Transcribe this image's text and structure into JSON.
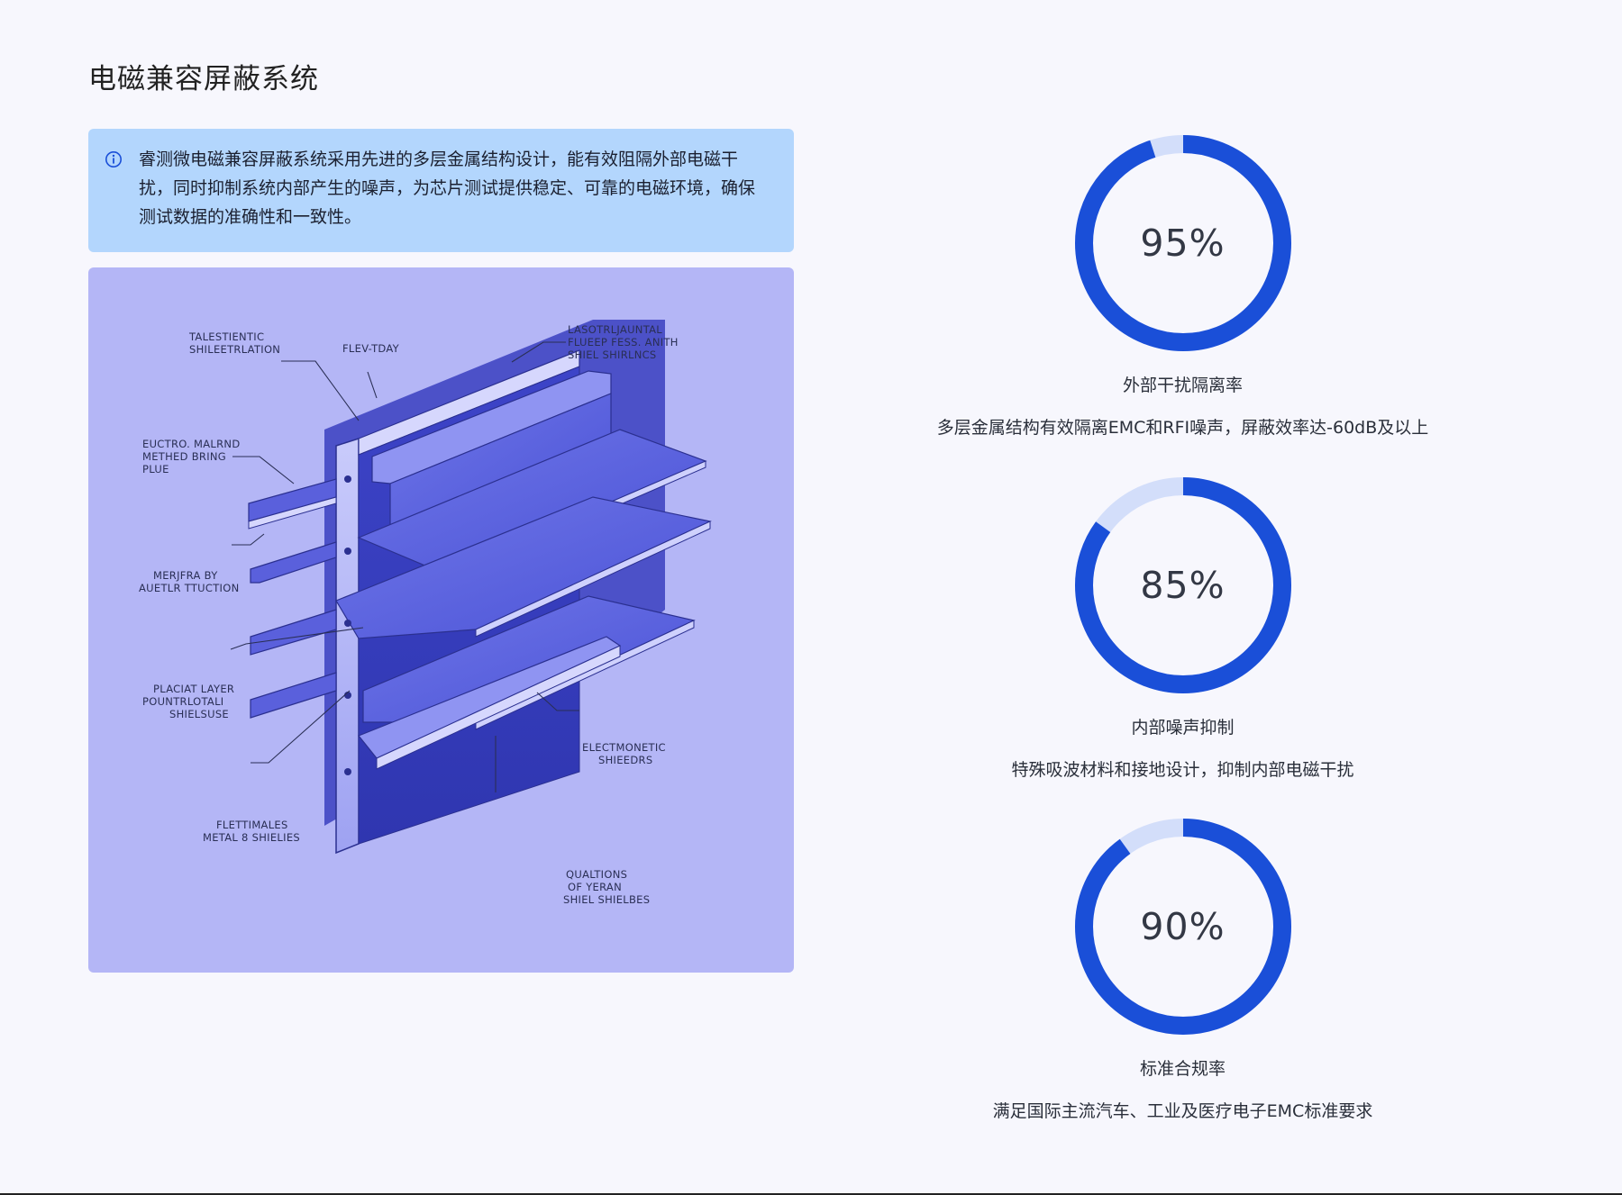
{
  "page": {
    "title": "电磁兼容屏蔽系统"
  },
  "info": {
    "icon": "info-icon",
    "text": "睿测微电磁兼容屏蔽系统采用先进的多层金属结构设计，能有效阻隔外部电磁干扰，同时抑制系统内部产生的噪声，为芯片测试提供稳定、可靠的电磁环境，确保测试数据的准确性和一致性。"
  },
  "illustration": {
    "callouts": [
      "TALESTIENTIC",
      "SHILEETRLATION",
      "FLEV-TDAY",
      "LASOTRLJAUNTAL",
      "FLUEEP FESS. ANITH",
      "SHIEL SHIRLNCS",
      "EUCTRO. MALRND",
      "METHED BRING",
      "PLUE",
      "MERJFRA BY",
      "AUETLR TTUCTION",
      "PLACIAT LAYER",
      "POUNTRLOTALI",
      "SHIELSUSE",
      "ELECTMONETIC",
      "SHIEEDRS",
      "FLETTIMALES",
      "METAL 8 SHIELIES",
      "QUALTIONS",
      "OF YERAN",
      "SHIEL SHIELBES"
    ]
  },
  "metrics": [
    {
      "value": 95,
      "display": "95%",
      "label": "外部干扰隔离率",
      "description": "多层金属结构有效隔离EMC和RFI噪声，屏蔽效率达-60dB及以上"
    },
    {
      "value": 85,
      "display": "85%",
      "label": "内部噪声抑制",
      "description": "特殊吸波材料和接地设计，抑制内部电磁干扰"
    },
    {
      "value": 90,
      "display": "90%",
      "label": "标准合规率",
      "description": "满足国际主流汽车、工业及医疗电子EMC标准要求"
    }
  ],
  "colors": {
    "accent": "#1a4fd8",
    "ring_track": "#d3defa",
    "info_bg": "#b3d6fd",
    "illustration_bg": "#b4b6f6",
    "page_bg": "#f7f7fd"
  }
}
